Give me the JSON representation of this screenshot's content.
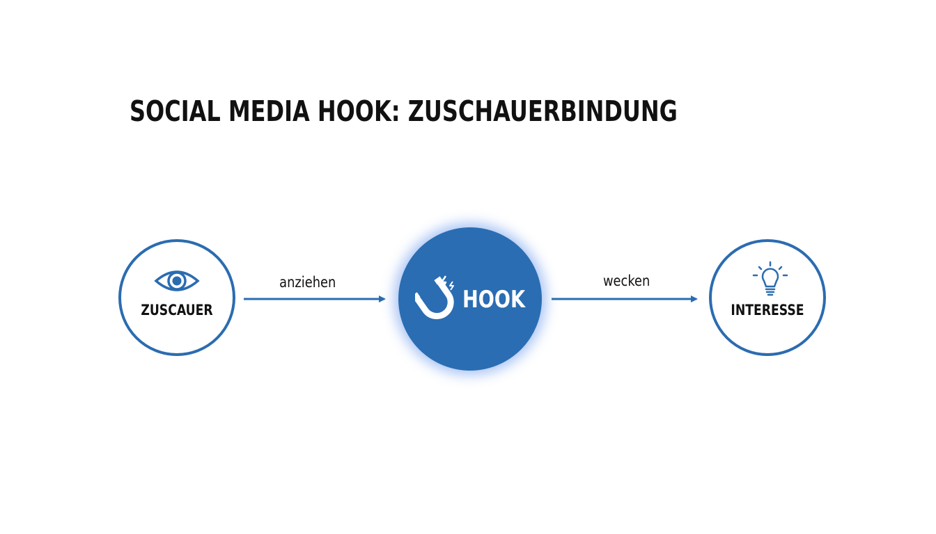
{
  "title": "SOCIAL MEDIA HOOK: ZUSCHAUERBINDUNG",
  "colors": {
    "accent": "#2b6cb0",
    "hook_fill": "#2a6db2",
    "text": "#111111"
  },
  "nodes": {
    "viewer": {
      "label": "ZUSCAUER",
      "icon": "eye-icon"
    },
    "hook": {
      "label": "HOOK",
      "icon": "magnet-icon"
    },
    "interest": {
      "label": "INTERESSE",
      "icon": "lightbulb-icon"
    }
  },
  "edges": {
    "attract": {
      "label": "anziehen"
    },
    "awaken": {
      "label": "wecken"
    }
  }
}
